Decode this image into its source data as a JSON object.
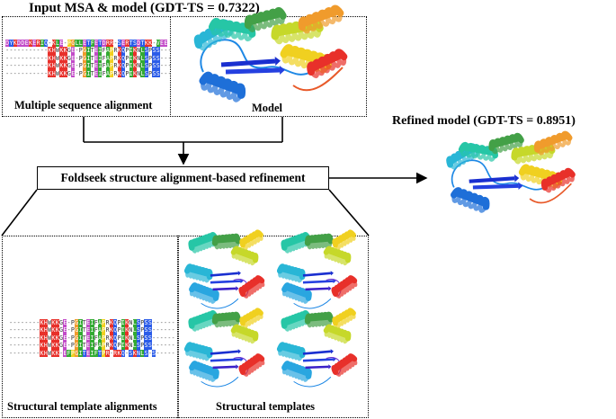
{
  "top_title": "Input MSA & model (GDT-TS = 0.7322)",
  "refined_title": "Refined model (GDT-TS = 0.8951)",
  "center_box_label": "Foldseek structure alignment-based refinement",
  "captions": {
    "msa": "Multiple sequence alignment",
    "model": "Model",
    "template_alignments": "Structural template alignments",
    "templates": "Structural templates"
  },
  "msa_top_rows": [
    "DYKDDEKERIQ-KLE-PGLLETFETDRR-SERTSDTKK-VEE",
    "-----------KHWKKGE-PGITEIFAPRKQPIKNLSPSS---",
    "-----------KHWKKGE-PGITEIFAPRKQPIKNLSPSS---",
    "-----------KHWKKGE-PGITEIFAPRKQPIKNLSPSS---",
    "-----------KHWKKGE-PGITEIFAPRKQPIKNLSPSS---"
  ],
  "msa_template_rows": [
    "--------KHWKKGE-PGITEIFAPRKQPIKNLSPSS------",
    "--------KHWKKGE-PGITEIFAPRKQPIKNLSPSS------",
    "--------KHWKKGE-PGITEIFAPRKQPIKNLSPSS------",
    "--------KHWKKGE-PGITEIFAPRKQPIKNLSPSS------",
    "--------KHWKK-EFPGITEIFTPR-RKQ-SKNLS-S-----"
  ],
  "residue_colors": {
    "K": "#e8302a",
    "H": "#e8302a",
    "R": "#e8302a",
    "D": "#c24bc8",
    "E": "#c24bc8",
    "G": "#f09b2c",
    "P": "#f0d020",
    "I": "#33aa33",
    "L": "#33aa33",
    "V": "#33aa33",
    "F": "#33aa33",
    "A": "#33aa33",
    "T": "#2a5be8",
    "S": "#2a5be8",
    "Q": "#2a5be8",
    "N": "#2a5be8",
    "Y": "#2a5be8"
  }
}
